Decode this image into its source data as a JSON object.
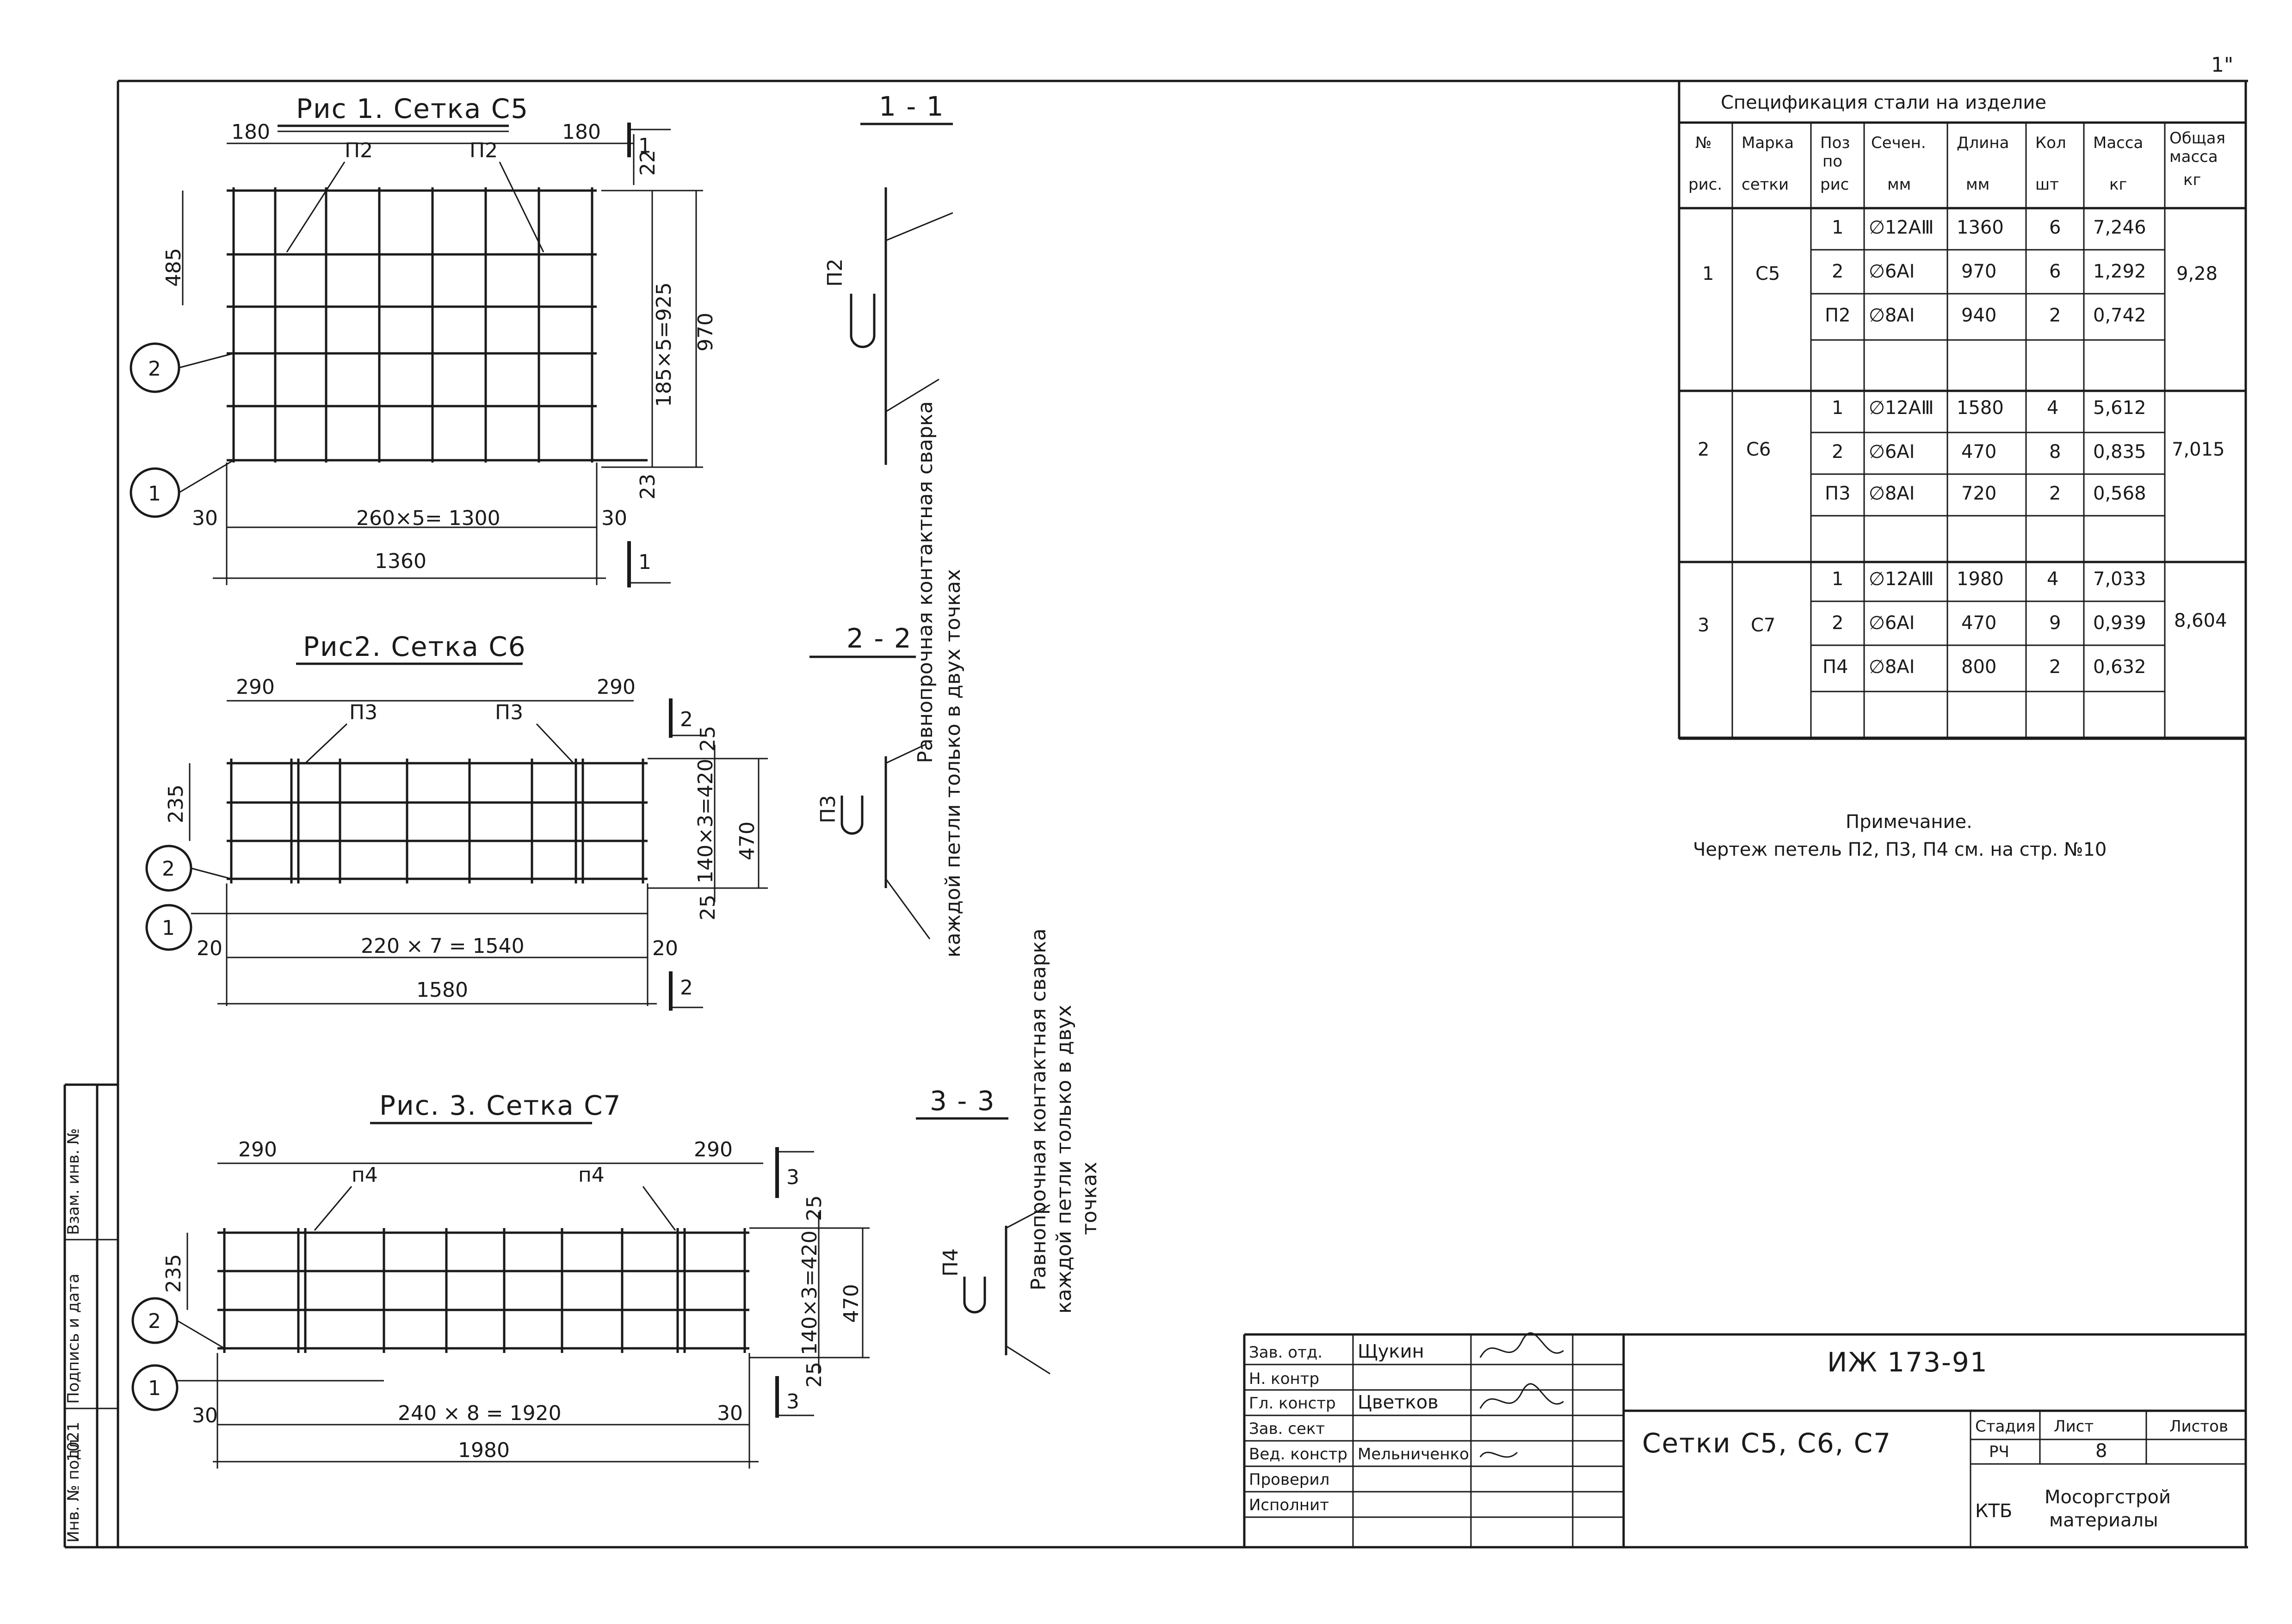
{
  "sheet_number_corner": "1\"",
  "figure1": {
    "title": "Рис 1. Сетка С5",
    "dims_top": [
      "180",
      "180"
    ],
    "loop_labels": [
      "П2",
      "П2"
    ],
    "dims_right": [
      "22",
      "23"
    ],
    "dim_485": "485",
    "dim_vertical_inner": "185×5=925",
    "dim_vertical_outer": "970",
    "dim_bottom_inner": "260×5= 1300",
    "dim_bottom_edges": [
      "30",
      "30"
    ],
    "dim_bottom_total": "1360",
    "section_mark": "1",
    "callouts": [
      "2",
      "1"
    ]
  },
  "figure2": {
    "title": "Рис2. Сетка С6",
    "dims_top": [
      "290",
      "290"
    ],
    "loop_labels": [
      "П3",
      "П3"
    ],
    "dims_right": [
      "25",
      "25"
    ],
    "dim_235": "235",
    "dim_vertical_inner": "140×3=420",
    "dim_vertical_outer": "470",
    "dim_bottom_inner": "220 × 7 = 1540",
    "dim_bottom_edges": [
      "20",
      "20"
    ],
    "dim_bottom_total": "1580",
    "section_mark": "2",
    "callouts": [
      "2",
      "1"
    ]
  },
  "figure3": {
    "title": "Рис. 3. Сетка С7",
    "dims_top": [
      "290",
      "290"
    ],
    "loop_labels": [
      "п4",
      "п4"
    ],
    "dims_right": [
      "25",
      "25"
    ],
    "dim_235": "235",
    "dim_vertical_inner": "140×3=420",
    "dim_vertical_outer": "470",
    "dim_bottom_inner": "240 × 8 = 1920",
    "dim_bottom_edges": [
      "30",
      "30"
    ],
    "dim_bottom_total": "1980",
    "section_mark": "3",
    "callouts": [
      "2",
      "1"
    ]
  },
  "section11": {
    "title": "1 - 1",
    "loop": "П2"
  },
  "section22": {
    "title": "2 - 2",
    "loop": "П3"
  },
  "section33": {
    "title": "3 - 3",
    "loop": "П4"
  },
  "weld_note_1": "Равнопрочная контактная сварка",
  "weld_note_2": "каждой петли только в двух точках",
  "weld_note_3a": "Равнопрочная контактная сварка",
  "weld_note_3b": "каждой петли только в двух",
  "weld_note_3c": "точках",
  "spec": {
    "title": "Спецификация стали на изделие",
    "headers": [
      [
        "№",
        "рис."
      ],
      [
        "Марка",
        "сетки"
      ],
      [
        "Поз",
        "по",
        "рис"
      ],
      [
        "Сечен.",
        "мм"
      ],
      [
        "Длина",
        "мм"
      ],
      [
        "Кол",
        "шт"
      ],
      [
        "Масса",
        "кг"
      ],
      [
        "Общая",
        "масса",
        "кг"
      ]
    ],
    "groups": [
      {
        "fig": "1",
        "mark": "С5",
        "total": "9,28",
        "rows": [
          [
            "1",
            "∅12AⅢ",
            "1360",
            "6",
            "7,246"
          ],
          [
            "2",
            "∅6AⅠ",
            "970",
            "6",
            "1,292"
          ],
          [
            "П2",
            "∅8AⅠ",
            "940",
            "2",
            "0,742"
          ]
        ]
      },
      {
        "fig": "2",
        "mark": "С6",
        "total": "7,015",
        "rows": [
          [
            "1",
            "∅12AⅢ",
            "1580",
            "4",
            "5,612"
          ],
          [
            "2",
            "∅6AⅠ",
            "470",
            "8",
            "0,835"
          ],
          [
            "П3",
            "∅8AⅠ",
            "720",
            "2",
            "0,568"
          ]
        ]
      },
      {
        "fig": "3",
        "mark": "С7",
        "total": "8,604",
        "rows": [
          [
            "1",
            "∅12AⅢ",
            "1980",
            "4",
            "7,033"
          ],
          [
            "2",
            "∅6AⅠ",
            "470",
            "9",
            "0,939"
          ],
          [
            "П4",
            "∅8AⅠ",
            "800",
            "2",
            "0,632"
          ]
        ]
      }
    ]
  },
  "note": {
    "title": "Примечание.",
    "text": "Чертеж петель П2, П3, П4 см. на стр. №10"
  },
  "margin_stamp": {
    "labels": [
      "Инв. № подл.",
      "Подпись и дата",
      "Взам. инв. №"
    ],
    "inv_no": "1021"
  },
  "title_block": {
    "roles": [
      "Зав. отд.",
      "Н. контр",
      "Гл. констр",
      "Зав. сект",
      "Вед. констр",
      "Проверил",
      "Исполнит"
    ],
    "names": [
      "Щукин",
      "",
      "Цветков",
      "",
      "Мельниченко",
      "",
      ""
    ],
    "doc_code": "ИЖ 173-91",
    "doc_title": "Сетки С5, С6, С7",
    "stage_label": "Стадия",
    "sheet_label": "Лист",
    "sheets_label": "Листов",
    "stage": "РЧ",
    "sheet": "8",
    "sheets": "",
    "org_prefix": "КТБ",
    "org_line1": "Мосоргстрой",
    "org_line2": "материалы"
  }
}
